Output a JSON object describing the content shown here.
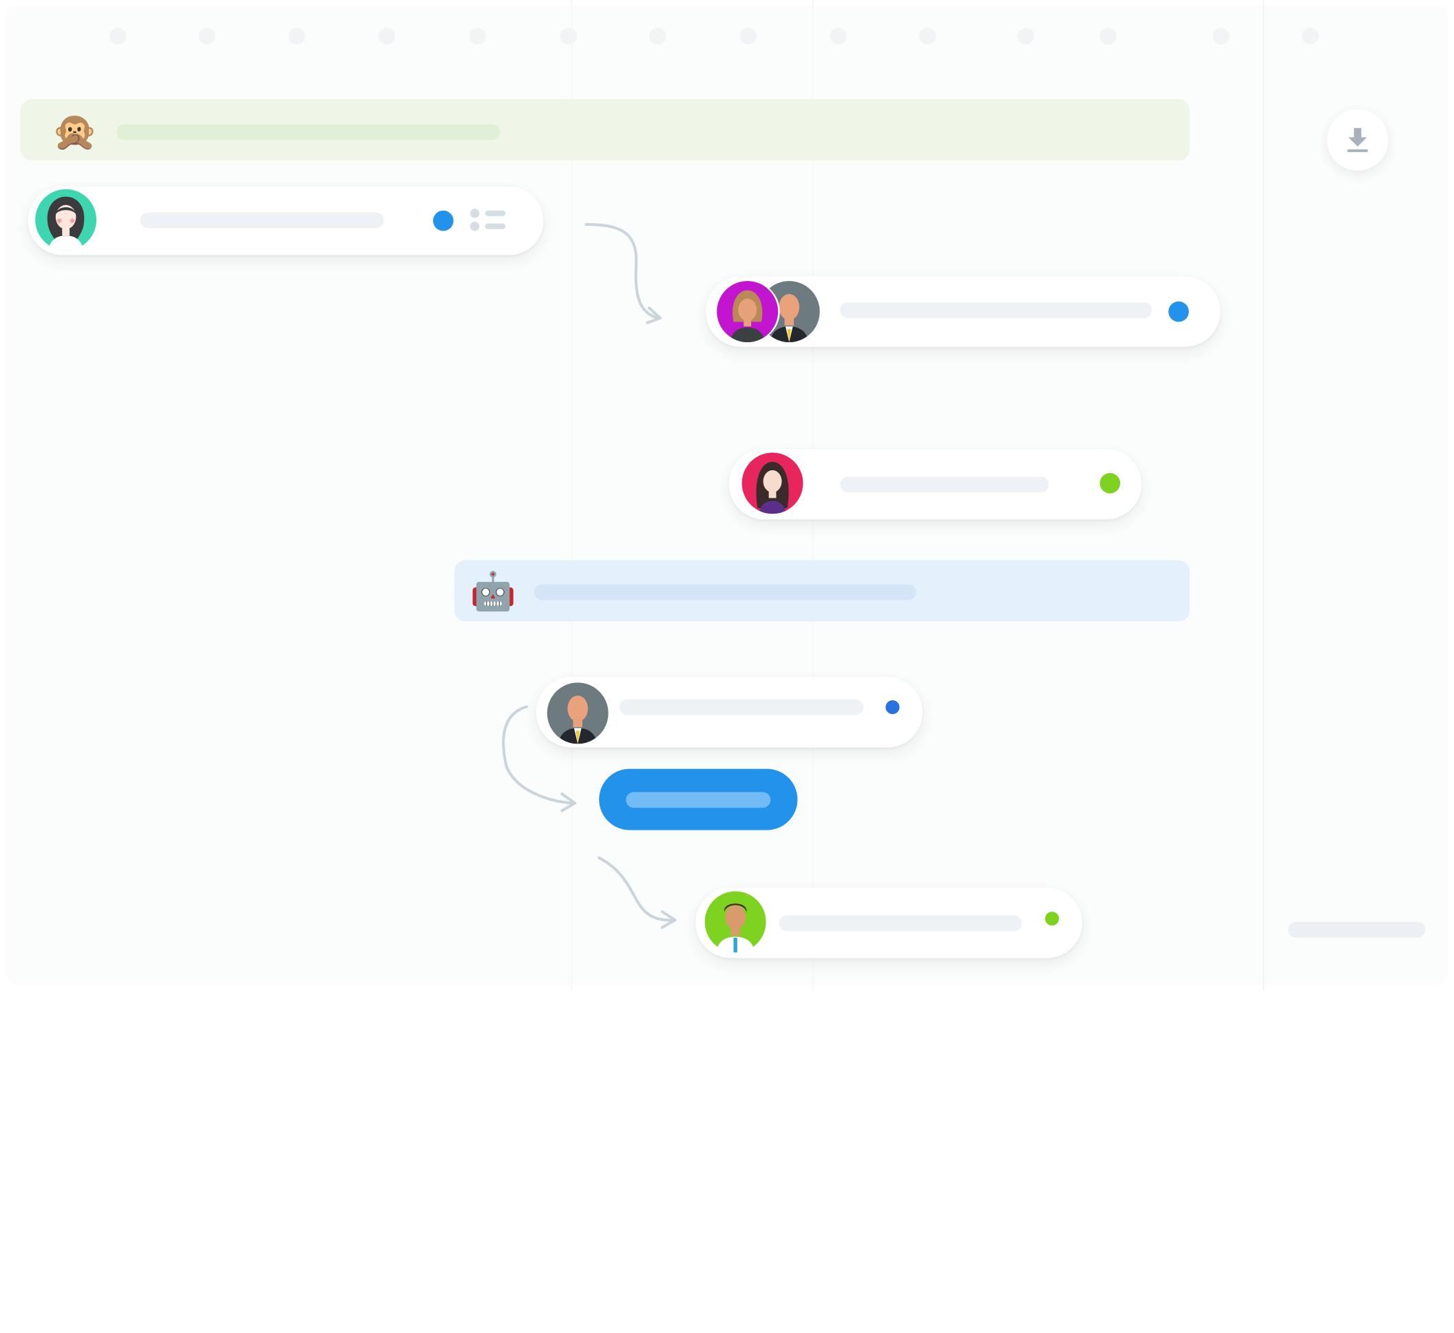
{
  "canvas": {
    "background": "#fbfcfc",
    "accent_blue": "#2392ea",
    "accent_green": "#7ed321"
  },
  "top_timeline_dots": 14,
  "notes": {
    "monkey_note": {
      "emoji": "🙊",
      "color": "#eff6e8"
    },
    "bot_note": {
      "emoji": "🤖",
      "color": "#e4f0fb"
    }
  },
  "conversations": [
    {
      "avatar": "woman-dark-hair-teal-bg",
      "status_color": "#2392ea",
      "has_list_icon": true
    },
    {
      "avatar": "couple-magenta-and-gray-bg",
      "status_color": "#2392ea"
    },
    {
      "avatar": "woman-red-bg",
      "status_color": "#7ed321"
    },
    {
      "avatar": "bald-man-gray-bg",
      "status_color": "#2672de"
    },
    {
      "avatar": "man-green-bg",
      "status_color": "#7ed321"
    }
  ],
  "actions": {
    "download_icon": "download-icon",
    "primary_pill_color": "#2392ea"
  }
}
